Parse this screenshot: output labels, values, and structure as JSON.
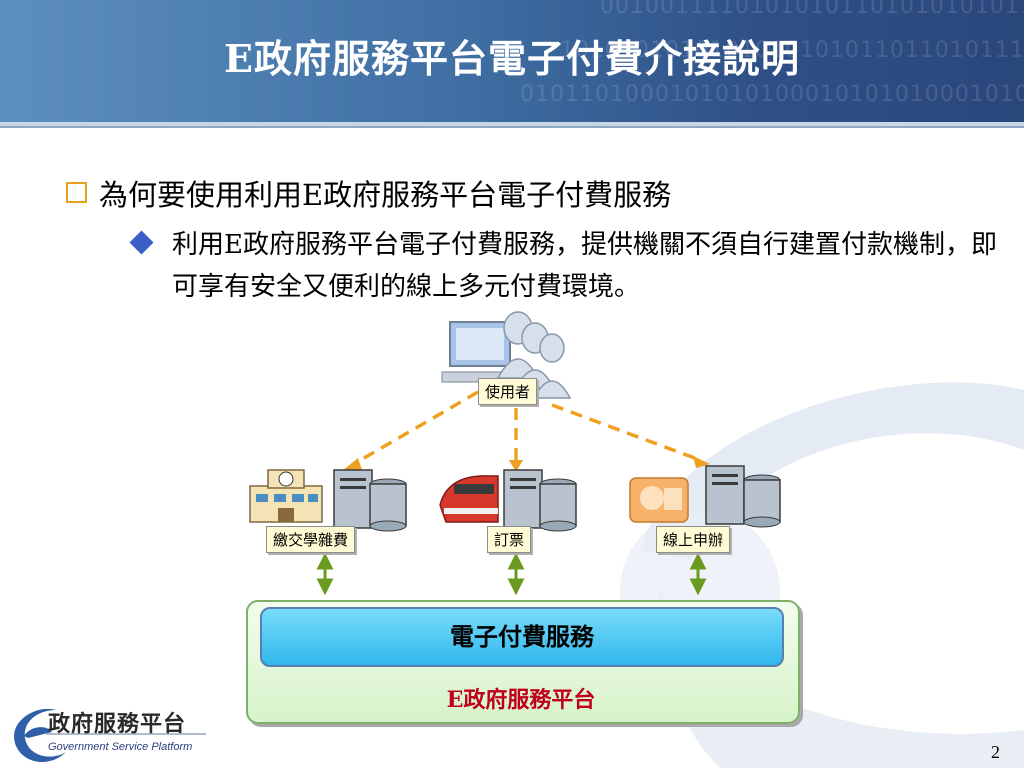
{
  "header": {
    "title": "E政府服務平台電子付費介接說明"
  },
  "bullets": {
    "level1": "為何要使用利用E政府服務平台電子付費服務",
    "level2": "利用E政府服務平台電子付費服務，提供機關不須自行建置付款機制，即可享有安全又便利的線上多元付費環境。"
  },
  "diagram": {
    "user_label": "使用者",
    "service_labels": [
      "繳交學雜費",
      "訂票",
      "線上申辦"
    ],
    "payment_service": "電子付費服務",
    "platform": "E政府服務平台"
  },
  "logo": {
    "text": "政府服務平台",
    "subtitle": "Government Service Platform"
  },
  "footer": {
    "page_number": "2"
  },
  "colors": {
    "header": "#3f6fa3",
    "payment_service": "#32b7ec",
    "platform_bg": "#d6f3c9",
    "platform_text": "#c0001b",
    "connector_dashed": "#f0a020",
    "connector_arrows": "#6a9a1e",
    "bullet_square": "#e6a11a",
    "bullet_diamond": "#3a5fc8"
  }
}
